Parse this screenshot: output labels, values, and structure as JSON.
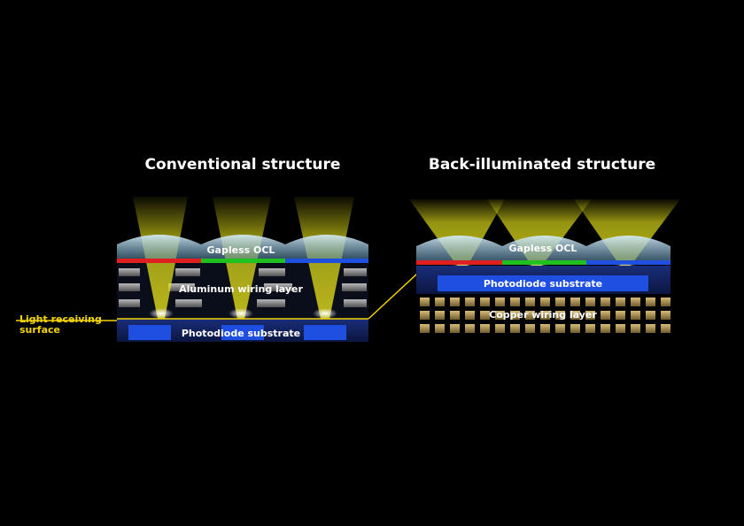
{
  "conventional": {
    "title": "Conventional structure",
    "ocl_label": "Gapless OCL",
    "wiring_label": "Aluminum wiring layer",
    "substrate_label": "Photodiode substrate"
  },
  "back_illuminated": {
    "title": "Back-illuminated structure",
    "ocl_label": "Gapless OCL",
    "substrate_label": "Photodiode substrate",
    "wiring_label": "Copper wiring layer"
  },
  "light_receiving": {
    "line1": "Light receiving",
    "line2": "surface"
  },
  "colors": {
    "light": "#e6e21a",
    "highlight": "#f3d400",
    "filter_red": "#e02020",
    "filter_green": "#20c020",
    "filter_blue": "#2050e0",
    "substrate": "#1f4fe0",
    "aluminum": "#8a8a8a",
    "copper": "#b89a5a"
  }
}
